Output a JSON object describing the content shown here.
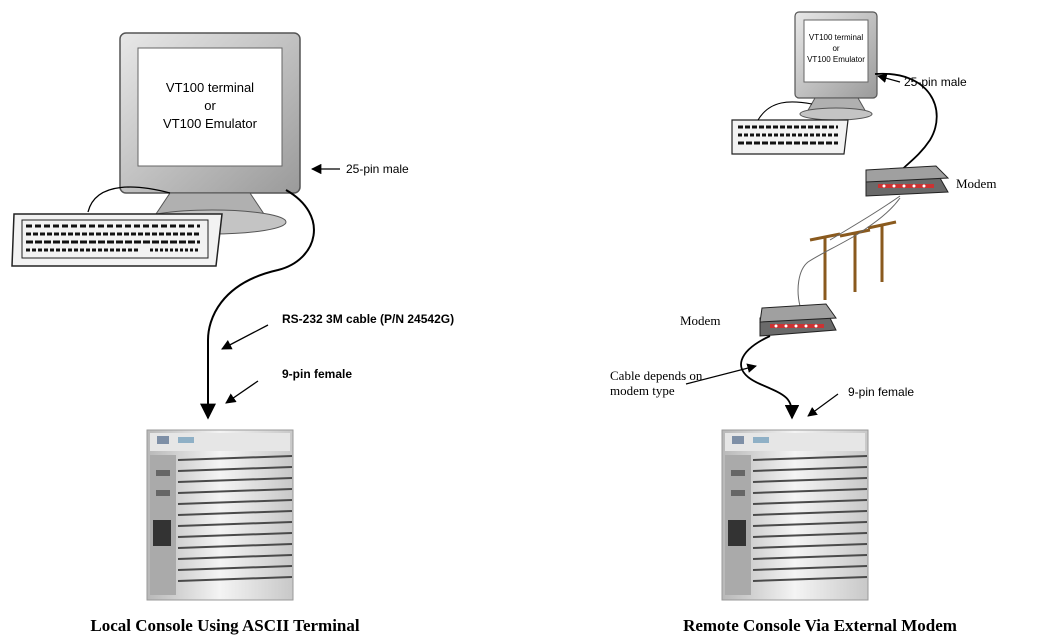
{
  "left": {
    "monitor_line1": "VT100 terminal",
    "monitor_line2": "or",
    "monitor_line3": "VT100 Emulator",
    "connector_top": "25-pin male",
    "cable": "RS-232 3M cable (P/N 24542G)",
    "connector_bottom": "9-pin female",
    "caption": "Local Console Using ASCII Terminal"
  },
  "right": {
    "monitor_line1": "VT100 terminal",
    "monitor_line2": "or",
    "monitor_line3": "VT100 Emulator",
    "connector_top": "25-pin male",
    "modem_top": "Modem",
    "modem_bottom": "Modem",
    "cable_line1": "Cable depends on",
    "cable_line2": "modem type",
    "connector_bottom": "9-pin female",
    "caption": "Remote Console Via External Modem"
  }
}
